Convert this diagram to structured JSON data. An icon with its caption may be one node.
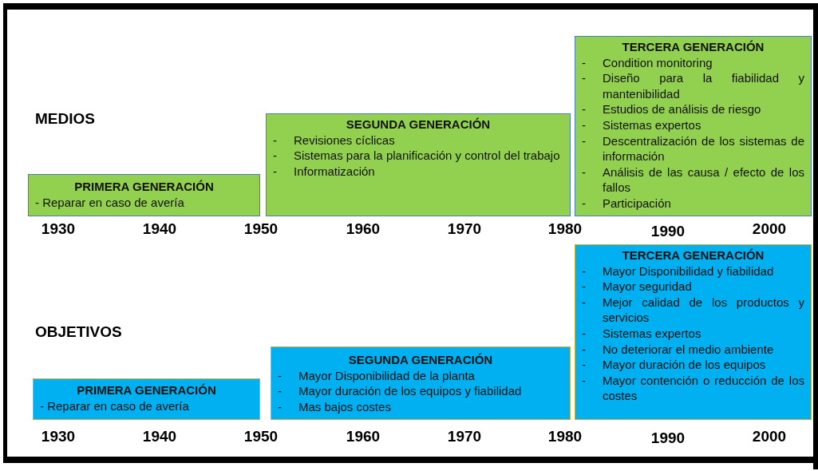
{
  "diagram": {
    "nodes": [
      {
        "text": [
          "PRIMERA GENERACIÓN",
          "- Reparar en caso de avería"
        ]
      },
      {
        "text": [
          "SEGUNDA GENERACIÓN",
          "- Revisiones cíclicas",
          "- Sistemas para la planificación y control del trabajo",
          "- Informatización"
        ]
      },
      {
        "text": [
          "TERCERA GENERACIÓN",
          "- Condition monitoring",
          "- Diseño para la fiabilidad y mantenibilidad",
          "- Estudios de análisis de riesgo",
          "- Sistemas expertos",
          "- Descentralización de los sistemas de información",
          "- Análisis de las causa / efecto de los fallos",
          "- Participación"
        ]
      },
      {
        "text": [
          "PRIMERA GENERACIÓN",
          "- Reparar en caso de avería"
        ]
      },
      {
        "text": [
          "SEGUNDA GENERACIÓN",
          "- Mayor Disponibilidad de la planta",
          "- Mayor duración de los equipos y fiabilidad",
          "- Mas bajos costes"
        ]
      },
      {
        "text": [
          "TERCERA GENERACIÓN",
          "- Mayor Disponibilidad y fiabilidad",
          "- Mayor seguridad",
          "- Mejor calidad de los productos y servicios",
          "- Sistemas expertos",
          "- No deteriorar el medio ambiente",
          "- Mayor duración de los equipos",
          "- Mayor contención o reducción de los costes"
        ]
      }
    ],
    "labels": [
      "MEDIOS",
      "1930",
      "1940",
      "1950",
      "1960",
      "1970",
      "1980",
      "1990",
      "2000",
      "OBJETIVOS",
      "1930",
      "1940",
      "1950",
      "1960",
      "1970",
      "1980",
      "1990",
      "2000"
    ]
  }
}
